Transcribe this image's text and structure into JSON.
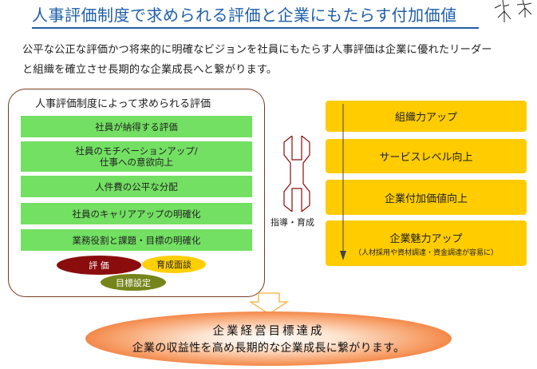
{
  "title": "人事評価制度で求められる評価と企業にもたらす付加価値",
  "intro": {
    "line1": "公平な公正な評価かつ将来的に明確なビジョンを社員にもたらす人事評価は企業に優れたリーダー",
    "line2": "と組織を確立させ長期的な企業成長へと繋がります。"
  },
  "evaluation": {
    "title": "人事評価制度によって求められる評価",
    "items": [
      {
        "line1": "社員が納得する評価",
        "line2": ""
      },
      {
        "line1": "社員のモチベーションアップ/",
        "line2": "仕事への意欲向上"
      },
      {
        "line1": "人件費の公平な分配",
        "line2": ""
      },
      {
        "line1": "社員のキャリアアップの明確化",
        "line2": ""
      },
      {
        "line1": "業務役割と課題・目標の明確化",
        "line2": ""
      }
    ],
    "cycle": {
      "evaluation": "評 価",
      "interview": "育成面談",
      "goal": "目標設定"
    }
  },
  "guide_label": "指導・育成",
  "values": [
    {
      "main": "組織力アップ",
      "sub": ""
    },
    {
      "main": "サービスレベル向上",
      "sub": ""
    },
    {
      "main": "企業付加価値向上",
      "sub": ""
    },
    {
      "main": "企業魅力アップ",
      "sub": "（人材採用や資材調達・資金調達が容易に）"
    }
  ],
  "goal": {
    "title": "企業経営目標達成",
    "text": "企業の収益性を高め長期的な企業成長に繋がります。"
  },
  "colors": {
    "title": "#1f5fa8",
    "green": "#73e063",
    "gold": "#ffcc00",
    "frame": "#7a3a1e",
    "eval_oval": "#8b0c0c",
    "interview_oval": "#ffcf00",
    "goal_oval": "#76851a",
    "goal_orange": "#ee6a1f"
  }
}
